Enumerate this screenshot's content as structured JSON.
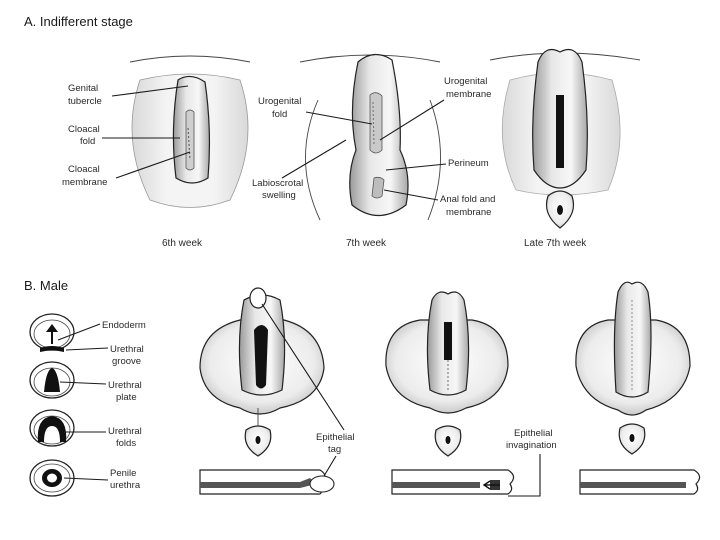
{
  "section_a": {
    "title": "A. Indifferent stage",
    "labels": {
      "genital_tubercle_1": "Genital",
      "genital_tubercle_2": "tubercle",
      "cloacal_fold_1": "Cloacal",
      "cloacal_fold_2": "fold",
      "cloacal_membrane_1": "Cloacal",
      "cloacal_membrane_2": "membrane",
      "urogenital_fold_1": "Urogenital",
      "urogenital_fold_2": "fold",
      "labioscrotal_swelling_1": "Labioscrotal",
      "labioscrotal_swelling_2": "swelling",
      "urogenital_membrane_1": "Urogenital",
      "urogenital_membrane_2": "membrane",
      "perineum": "Perineum",
      "anal_fold_1": "Anal fold and",
      "anal_fold_2": "membrane"
    },
    "stages": [
      "6th week",
      "7th week",
      "Late 7th week"
    ]
  },
  "section_b": {
    "title": "B. Male",
    "labels": {
      "endoderm": "Endoderm",
      "urethral_groove_1": "Urethral",
      "urethral_groove_2": "groove",
      "urethral_plate_1": "Urethral",
      "urethral_plate_2": "plate",
      "urethral_folds_1": "Urethral",
      "urethral_folds_2": "folds",
      "penile_urethra_1": "Penile",
      "penile_urethra_2": "urethra",
      "epithelial_tag_1": "Epithelial",
      "epithelial_tag_2": "tag",
      "epithelial_invagination_1": "Epithelial",
      "epithelial_invagination_2": "invagination"
    }
  }
}
